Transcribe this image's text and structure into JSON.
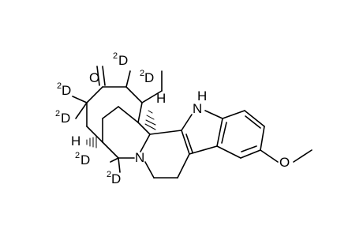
{
  "labels": {
    "oxygen_ketone": "O",
    "d_iso": "2",
    "d_symbol": "D",
    "hydrogen": "H",
    "nh": "H",
    "nitrogen_indole": "N",
    "nitrogen_amine": "N",
    "oxygen_ether": "O"
  }
}
